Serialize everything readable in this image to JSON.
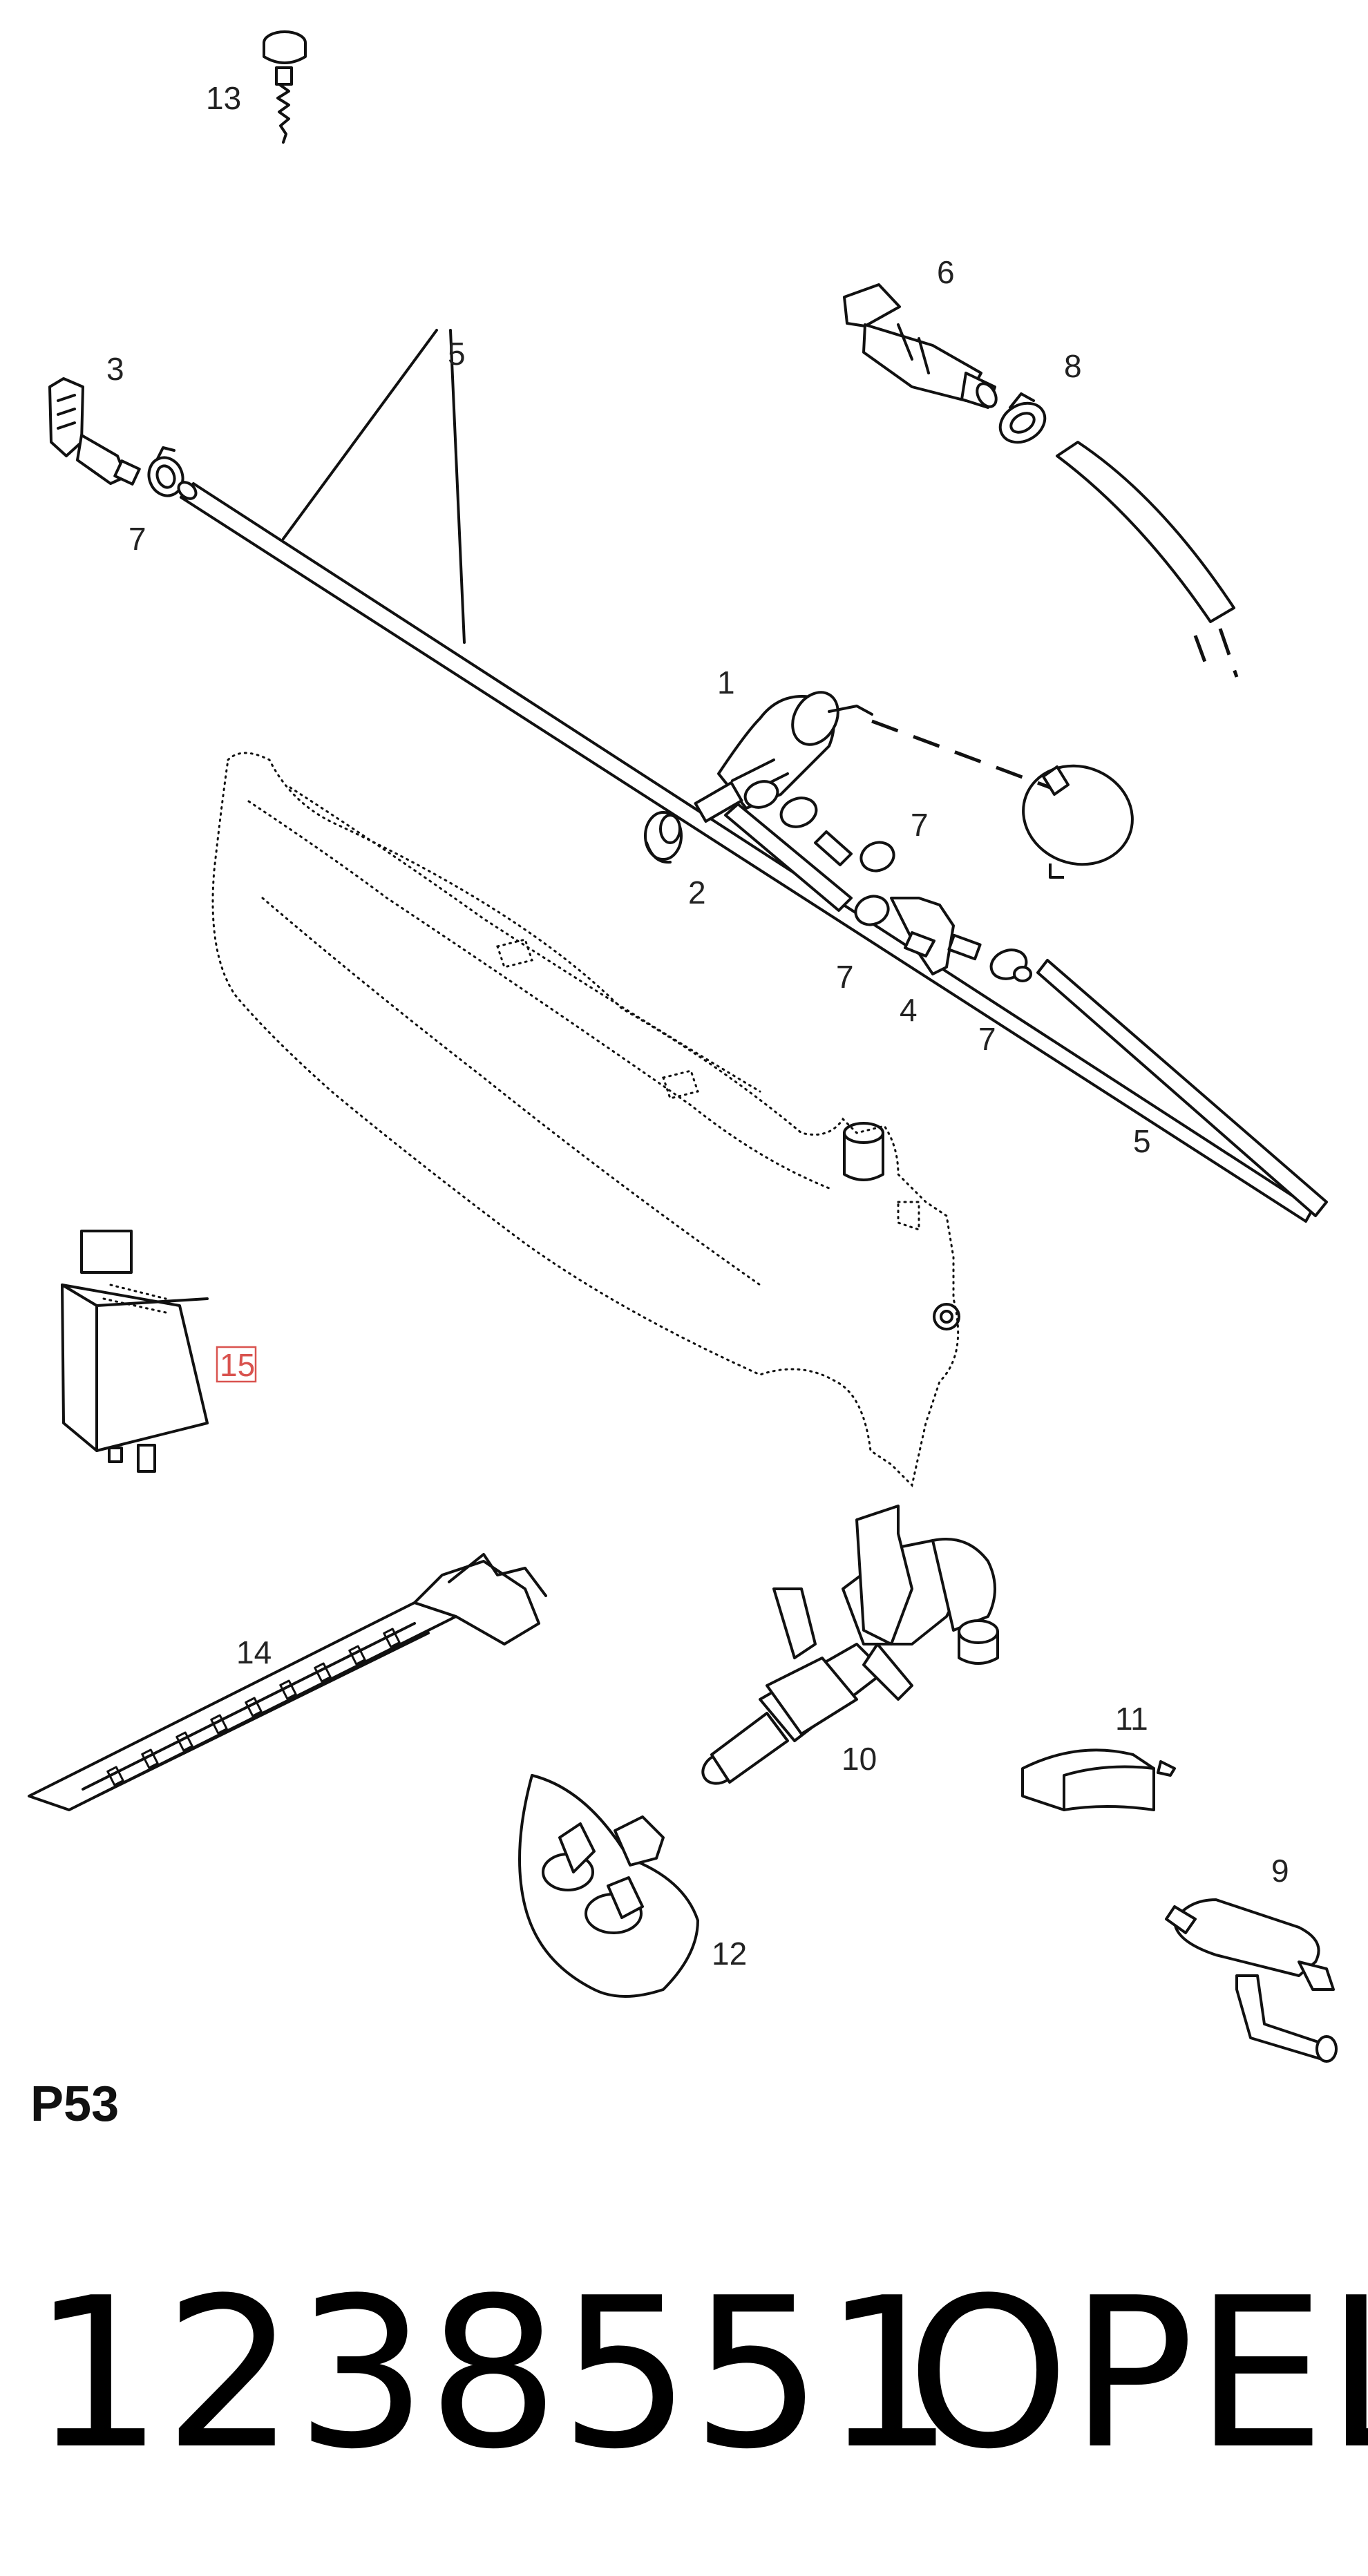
{
  "callouts": {
    "c1": "1",
    "c2": "2",
    "c3": "3",
    "c4": "4",
    "c5a": "5",
    "c5b": "5",
    "c6": "6",
    "c7a": "7",
    "c7b": "7",
    "c7c": "7",
    "c7d": "7",
    "c8": "8",
    "c9": "9",
    "c10": "10",
    "c11": "11",
    "c12": "12",
    "c13": "13",
    "c14": "14",
    "c15": "15"
  },
  "diagram_code": "P53",
  "part_number": "1238551",
  "brand": "OPEL",
  "highlight_color": "#d9534f"
}
